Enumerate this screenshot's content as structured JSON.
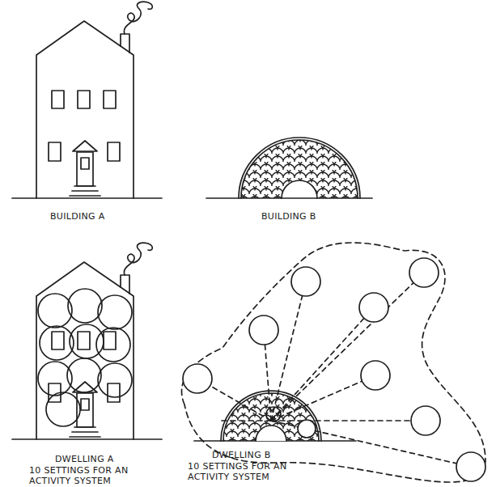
{
  "diagram": {
    "labels": [
      "BUILDING A",
      "BUILDING B",
      "DWELLING A",
      "10 SETTINGS FOR AN ACTIVITY SYSTEM",
      "DWELLING B",
      "10 SETTINGS FOR AN ACTIVITY SYSTEM"
    ]
  }
}
